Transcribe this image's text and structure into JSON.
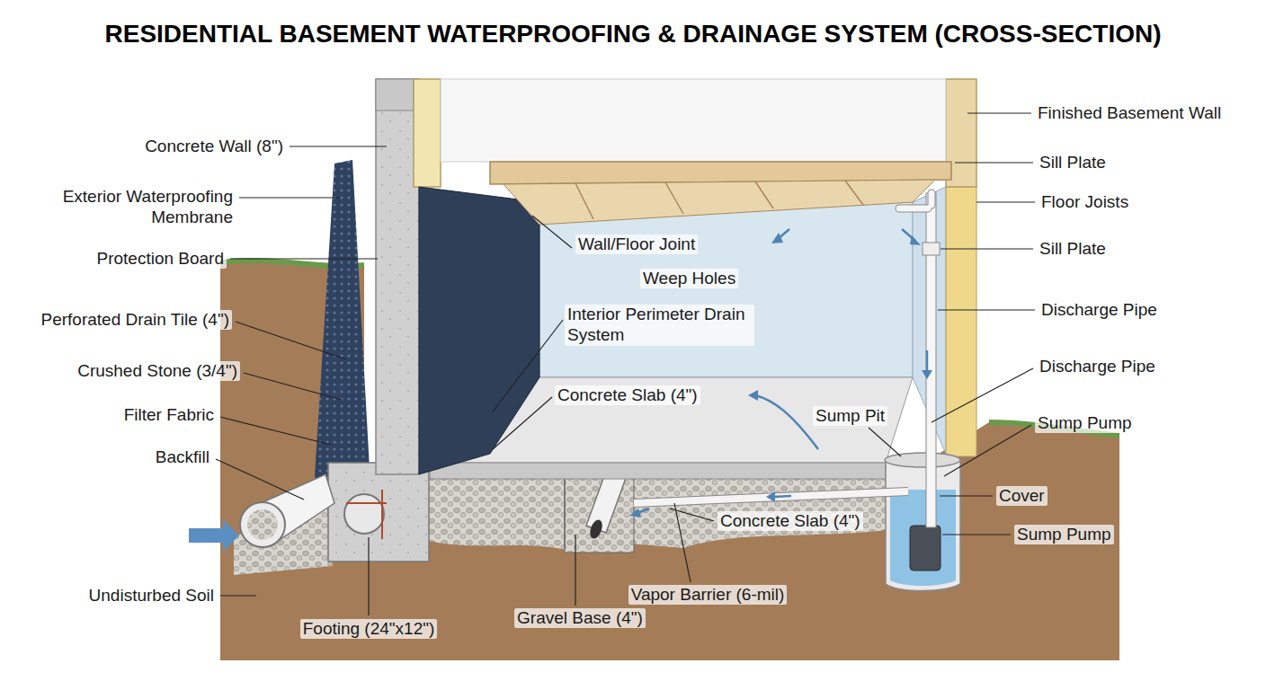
{
  "diagram": {
    "title": "RESIDENTIAL BASEMENT WATERPROOFING & DRAINAGE SYSTEM (CROSS-SECTION)",
    "labels": [
      "Concrete Wall (8\")",
      "Exterior Waterproofing Membrane",
      "Protection Board",
      "Perforated Drain Tile (4\")",
      "Crushed Stone (3/4\")",
      "Filter Fabric",
      "Backfill",
      "Undisturbed Soil",
      "Footing (24\"x12\")",
      "Gravel Base (4\")",
      "Vapor Barrier (6-mil)",
      "Concrete Slab (4\")",
      "Wall/Floor Joint",
      "Weep Holes",
      "Interior Perimeter Drain System",
      "Concrete Slab (4\")",
      "Sump Pit",
      "Finished Basement Wall",
      "Sill Plate",
      "Floor Joists",
      "Sill Plate",
      "Discharge Pipe",
      "Discharge Pipe",
      "Sump Pump",
      "Cover",
      "Sump Pump"
    ]
  }
}
